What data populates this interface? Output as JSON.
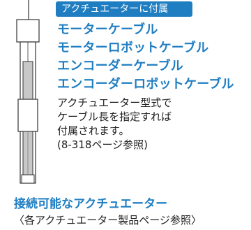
{
  "badge": {
    "label": "アクチュエーターに付属"
  },
  "cables": [
    "モーターケーブル",
    "モーターロボットケーブル",
    "エンコーダーケーブル",
    "エンコーダーロボットケーブル"
  ],
  "note": {
    "lines": [
      "アクチュエーター型式で",
      "ケーブル長を指定すれば",
      "付属されます。",
      "(8-318ページ参照)"
    ]
  },
  "connectable": {
    "title": "接続可能なアクチュエーター",
    "reference": "〈各アクチュエーター製品ページ参照〉"
  },
  "colors": {
    "accent": "#1f7ec2",
    "text": "#222222",
    "stroke": "#333333"
  }
}
